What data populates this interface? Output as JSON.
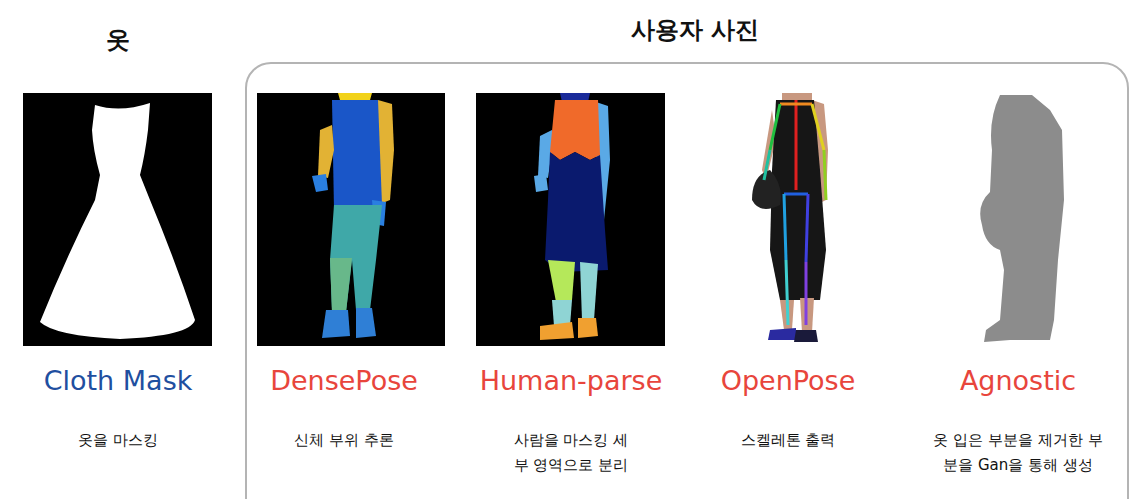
{
  "diagram": {
    "nodes": [
      {
        "text": [
          "사용자 사진"
        ]
      }
    ],
    "labels": [
      "옷",
      "Cloth Mask",
      "옷을 마스킹",
      "DensePose",
      "신체 부위 추론",
      "Human-parse",
      "사람을 마스킹 세부 영역으로 분리",
      "OpenPose",
      "스켈레톤 출력",
      "Agnostic",
      "옷 입은 부분을 제거한 부분을 Gan을 통해 생성"
    ]
  }
}
